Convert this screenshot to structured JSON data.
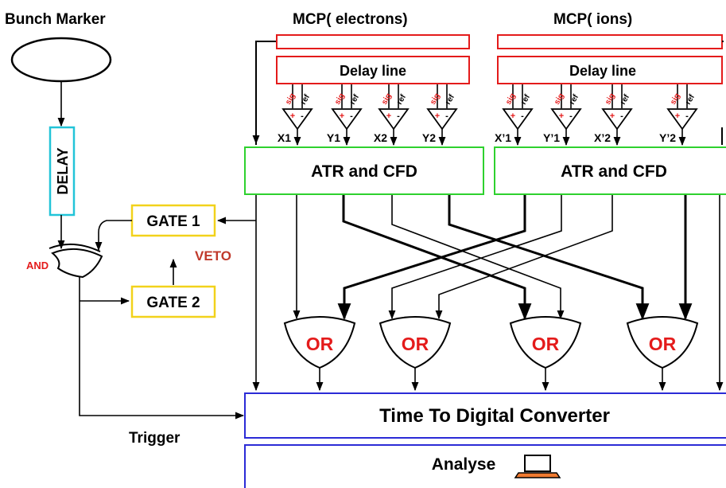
{
  "labels": {
    "bunch_marker": "Bunch Marker",
    "mcp_electrons": "MCP( electrons)",
    "mcp_ions": "MCP( ions)",
    "delay_line": "Delay line",
    "delay": "DELAY",
    "and": "AND",
    "veto": "VETO",
    "gate1": "GATE 1",
    "gate2": "GATE 2",
    "atr_cfd": "ATR and CFD",
    "or": "OR",
    "tdc": "Time To Digital  Converter",
    "trigger": "Trigger",
    "analyse": "Analyse",
    "sig": "sig",
    "ref": "ref",
    "plus": "+",
    "minus": "-"
  },
  "channels": {
    "electrons": [
      "X1",
      "Y1",
      "X2",
      "Y2"
    ],
    "ions": [
      "X’1",
      "Y’1",
      "X’2",
      "Y’2"
    ]
  },
  "colors": {
    "red_box": "#e41b1b",
    "cyan_box": "#22c4d8",
    "yellow_box": "#f2d21b",
    "green_box": "#2ed12e",
    "blue_box": "#2b2bd6",
    "red_text": "#e41b1b",
    "veto_text": "#c0392b"
  },
  "icons": {
    "analyse": "laptop-icon",
    "gates": "or-gate-icon",
    "amplifiers": "differential-amplifier-icon"
  }
}
